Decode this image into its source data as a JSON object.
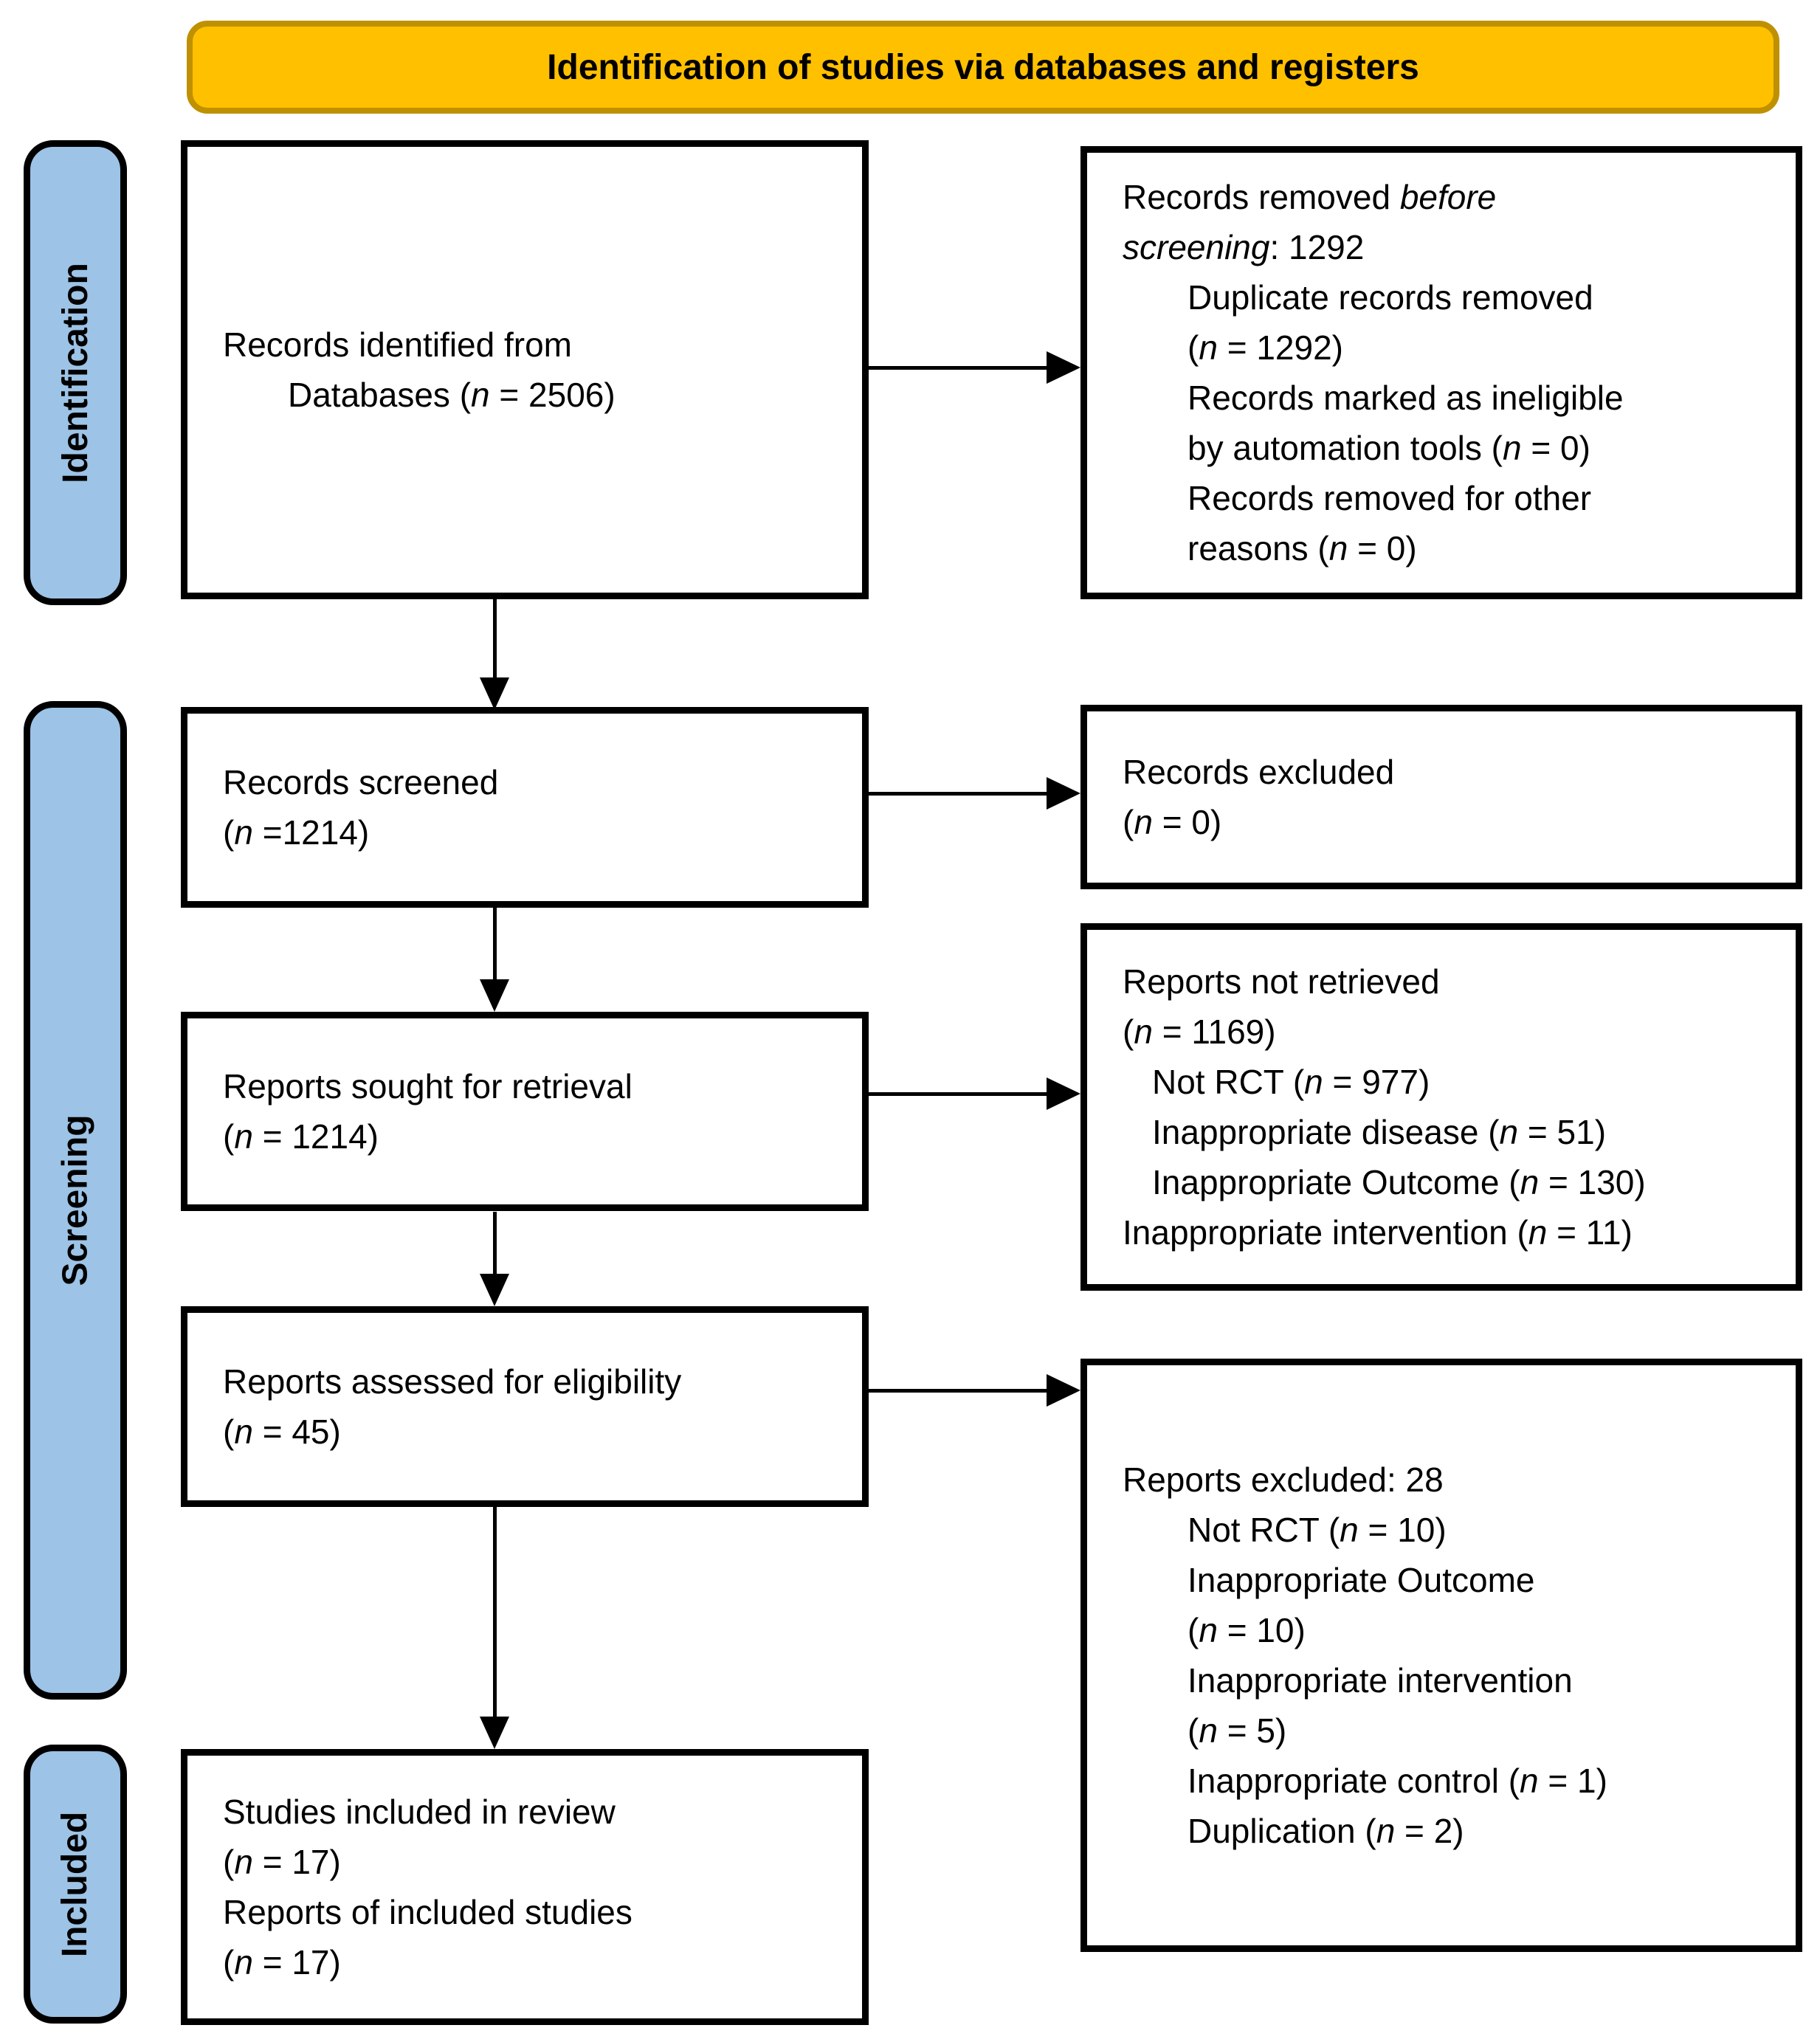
{
  "title": "Identification of studies via databases and registers",
  "colors": {
    "banner_fill": "#FFC000",
    "banner_border": "#BF9000",
    "stage_fill": "#9DC3E6",
    "ink": "#000000"
  },
  "stages": [
    {
      "label": "Identification"
    },
    {
      "label": "Screening"
    },
    {
      "label": "Included"
    }
  ],
  "boxes": {
    "records_identified": {
      "lines": [
        {
          "ind": 0,
          "seg": [
            {
              "t": "Records identified from"
            }
          ]
        },
        {
          "ind": 2,
          "seg": [
            {
              "t": "Databases ("
            },
            {
              "t": "n",
              "i": true
            },
            {
              "t": " = 2506)"
            }
          ]
        }
      ]
    },
    "records_removed": {
      "lines": [
        {
          "ind": 0,
          "seg": [
            {
              "t": "Records removed "
            },
            {
              "t": "before",
              "i": true
            }
          ]
        },
        {
          "ind": 0,
          "seg": [
            {
              "t": "screening",
              "i": true
            },
            {
              "t": ": 1292"
            }
          ]
        },
        {
          "ind": 2,
          "seg": [
            {
              "t": "Duplicate records removed"
            }
          ]
        },
        {
          "ind": 2,
          "seg": [
            {
              "t": "("
            },
            {
              "t": "n",
              "i": true
            },
            {
              "t": " = 1292)"
            }
          ]
        },
        {
          "ind": 2,
          "seg": [
            {
              "t": "Records marked as ineligible"
            }
          ]
        },
        {
          "ind": 2,
          "seg": [
            {
              "t": "by automation tools ("
            },
            {
              "t": "n",
              "i": true
            },
            {
              "t": " = 0)"
            }
          ]
        },
        {
          "ind": 2,
          "seg": [
            {
              "t": "Records removed for other"
            }
          ]
        },
        {
          "ind": 2,
          "seg": [
            {
              "t": "reasons ("
            },
            {
              "t": "n",
              "i": true
            },
            {
              "t": " = 0)"
            }
          ]
        }
      ]
    },
    "records_screened": {
      "lines": [
        {
          "ind": 0,
          "seg": [
            {
              "t": "Records screened"
            }
          ]
        },
        {
          "ind": 0,
          "seg": [
            {
              "t": "("
            },
            {
              "t": "n",
              "i": true
            },
            {
              "t": " =1214)"
            }
          ]
        }
      ]
    },
    "records_excluded": {
      "lines": [
        {
          "ind": 0,
          "seg": [
            {
              "t": "Records excluded"
            }
          ]
        },
        {
          "ind": 0,
          "seg": [
            {
              "t": "("
            },
            {
              "t": "n",
              "i": true
            },
            {
              "t": " = 0)"
            }
          ]
        }
      ]
    },
    "reports_sought": {
      "lines": [
        {
          "ind": 0,
          "seg": [
            {
              "t": "Reports sought for retrieval"
            }
          ]
        },
        {
          "ind": 0,
          "seg": [
            {
              "t": "("
            },
            {
              "t": "n",
              "i": true
            },
            {
              "t": " = 1214)"
            }
          ]
        }
      ]
    },
    "reports_not_retrieved": {
      "lines": [
        {
          "ind": 0,
          "seg": [
            {
              "t": "Reports not retrieved"
            }
          ]
        },
        {
          "ind": 0,
          "seg": [
            {
              "t": "("
            },
            {
              "t": "n",
              "i": true
            },
            {
              "t": " = 1169)"
            }
          ]
        },
        {
          "ind": 1,
          "seg": [
            {
              "t": "Not RCT ("
            },
            {
              "t": "n",
              "i": true
            },
            {
              "t": " = 977)"
            }
          ]
        },
        {
          "ind": 1,
          "seg": [
            {
              "t": "Inappropriate disease ("
            },
            {
              "t": "n",
              "i": true
            },
            {
              "t": " = 51)"
            }
          ]
        },
        {
          "ind": 1,
          "seg": [
            {
              "t": "Inappropriate Outcome ("
            },
            {
              "t": "n",
              "i": true
            },
            {
              "t": " = 130)"
            }
          ]
        },
        {
          "ind": 0,
          "seg": [
            {
              "t": "Inappropriate intervention ("
            },
            {
              "t": "n",
              "i": true
            },
            {
              "t": " = 11)"
            }
          ]
        }
      ]
    },
    "reports_assessed": {
      "lines": [
        {
          "ind": 0,
          "seg": [
            {
              "t": "Reports assessed for eligibility"
            }
          ]
        },
        {
          "ind": 0,
          "seg": [
            {
              "t": "("
            },
            {
              "t": "n",
              "i": true
            },
            {
              "t": " = 45)"
            }
          ]
        }
      ]
    },
    "reports_excluded": {
      "lines": [
        {
          "ind": 0,
          "seg": [
            {
              "t": "Reports excluded: 28"
            }
          ]
        },
        {
          "ind": 2,
          "seg": [
            {
              "t": "Not RCT ("
            },
            {
              "t": "n",
              "i": true
            },
            {
              "t": " = 10)"
            }
          ]
        },
        {
          "ind": 2,
          "seg": [
            {
              "t": "Inappropriate Outcome"
            }
          ]
        },
        {
          "ind": 2,
          "seg": [
            {
              "t": "("
            },
            {
              "t": "n",
              "i": true
            },
            {
              "t": " = 10)"
            }
          ]
        },
        {
          "ind": 2,
          "seg": [
            {
              "t": "Inappropriate intervention"
            }
          ]
        },
        {
          "ind": 2,
          "seg": [
            {
              "t": "("
            },
            {
              "t": "n",
              "i": true
            },
            {
              "t": " = 5)"
            }
          ]
        },
        {
          "ind": 2,
          "seg": [
            {
              "t": "Inappropriate control ("
            },
            {
              "t": "n",
              "i": true
            },
            {
              "t": " = 1)"
            }
          ]
        },
        {
          "ind": 2,
          "seg": [
            {
              "t": "Duplication ("
            },
            {
              "t": "n",
              "i": true
            },
            {
              "t": " = 2)"
            }
          ]
        }
      ]
    },
    "studies_included": {
      "lines": [
        {
          "ind": 0,
          "seg": [
            {
              "t": "Studies included in review"
            }
          ]
        },
        {
          "ind": 0,
          "seg": [
            {
              "t": "("
            },
            {
              "t": "n",
              "i": true
            },
            {
              "t": " = 17)"
            }
          ]
        },
        {
          "ind": 0,
          "seg": [
            {
              "t": "Reports of included studies"
            }
          ]
        },
        {
          "ind": 0,
          "seg": [
            {
              "t": "("
            },
            {
              "t": "n",
              "i": true
            },
            {
              "t": " = 17)"
            }
          ]
        }
      ]
    }
  }
}
